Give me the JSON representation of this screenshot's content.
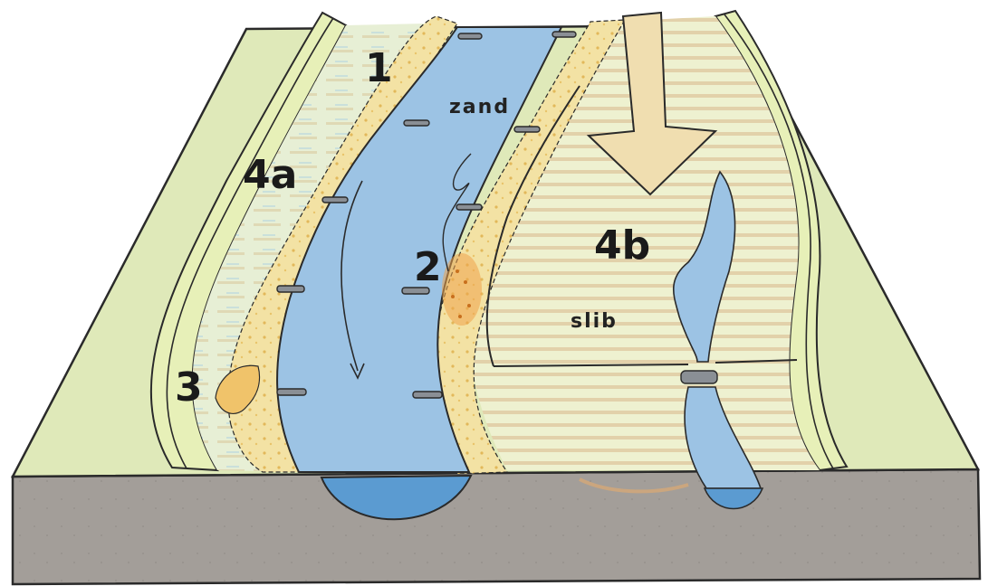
{
  "labels": {
    "dike_levee": "1",
    "crevasse": "2",
    "side_breach": "3",
    "floodplain_left": "4a",
    "floodplain_right": "4b",
    "sand": "zand",
    "clay": "slib"
  },
  "colors": {
    "grass": "#dfe9b9",
    "grass_light": "#e9f0c8",
    "sand": "#f2e0a0",
    "sand_dark": "#e8c870",
    "water": "#9cc3e4",
    "water_deep": "#5b9bd1",
    "soil": "#a19c98",
    "clay_stripe": "#d4a877",
    "outline": "#2a2a2a"
  }
}
